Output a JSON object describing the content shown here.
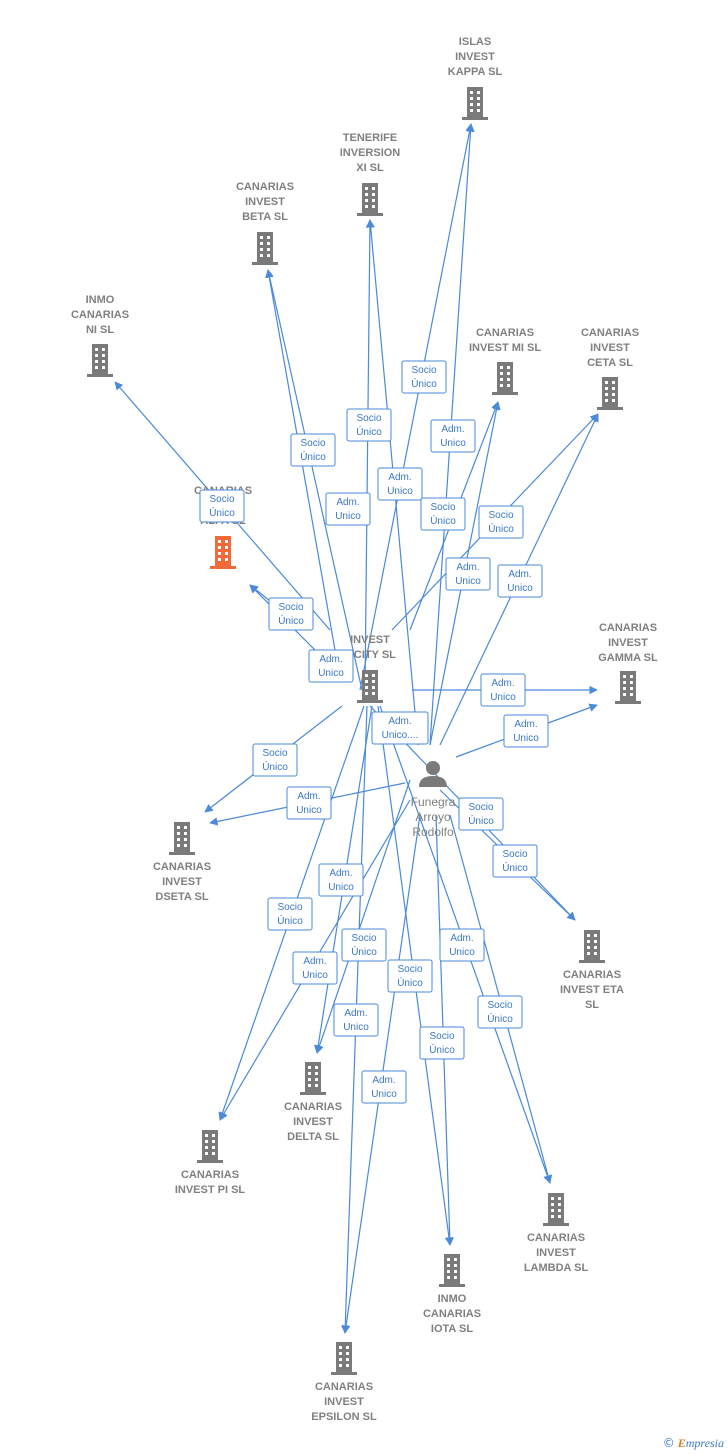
{
  "nodes": [
    {
      "id": "kappa",
      "lines": [
        "ISLAS",
        "INVEST",
        "KAPPA  SL"
      ],
      "kind": "company"
    },
    {
      "id": "tenerife",
      "lines": [
        "TENERIFE",
        "INVERSION",
        "XI  SL"
      ],
      "kind": "company"
    },
    {
      "id": "beta",
      "lines": [
        "CANARIAS",
        "INVEST",
        "BETA  SL"
      ],
      "kind": "company"
    },
    {
      "id": "inmoni",
      "lines": [
        "INMO",
        "CANARIAS",
        "NI  SL"
      ],
      "kind": "company"
    },
    {
      "id": "mi",
      "lines": [
        "CANARIAS",
        "INVEST MI  SL"
      ],
      "kind": "company"
    },
    {
      "id": "ceta",
      "lines": [
        "CANARIAS",
        "INVEST",
        "CETA  SL"
      ],
      "kind": "company"
    },
    {
      "id": "alfa",
      "lines": [
        "CANARIAS",
        "",
        "ALFA  SL"
      ],
      "kind": "company-main"
    },
    {
      "id": "felicity",
      "lines": [
        "INVEST",
        "LICITY  SL"
      ],
      "kind": "company"
    },
    {
      "id": "gamma",
      "lines": [
        "CANARIAS",
        "INVEST",
        "GAMMA  SL"
      ],
      "kind": "company"
    },
    {
      "id": "person",
      "lines": [
        "Funegra",
        "Arroyo",
        "Rodolfo"
      ],
      "kind": "person"
    },
    {
      "id": "dseta",
      "lines": [
        "CANARIAS",
        "INVEST",
        "DSETA  SL"
      ],
      "kind": "company"
    },
    {
      "id": "eta",
      "lines": [
        "CANARIAS",
        "INVEST ETA",
        "SL"
      ],
      "kind": "company"
    },
    {
      "id": "delta",
      "lines": [
        "CANARIAS",
        "INVEST",
        "DELTA  SL"
      ],
      "kind": "company"
    },
    {
      "id": "pi",
      "lines": [
        "CANARIAS",
        "INVEST PI  SL"
      ],
      "kind": "company"
    },
    {
      "id": "lambda",
      "lines": [
        "CANARIAS",
        "INVEST",
        "LAMBDA  SL"
      ],
      "kind": "company"
    },
    {
      "id": "iota",
      "lines": [
        "INMO",
        "CANARIAS",
        "IOTA  SL"
      ],
      "kind": "company"
    },
    {
      "id": "epsilon",
      "lines": [
        "CANARIAS",
        "INVEST",
        "EPSILON  SL"
      ],
      "kind": "company"
    }
  ],
  "badges": [
    {
      "lines": [
        "Socio",
        "Único"
      ]
    },
    {
      "lines": [
        "Socio",
        "Único"
      ]
    },
    {
      "lines": [
        "Adm.",
        "Unico"
      ]
    },
    {
      "lines": [
        "Socio",
        "Único"
      ]
    },
    {
      "lines": [
        "Adm.",
        "Unico"
      ]
    },
    {
      "lines": [
        "Adm.",
        "Unico"
      ]
    },
    {
      "lines": [
        "Socio",
        "Único"
      ]
    },
    {
      "lines": [
        "Socio",
        "Único"
      ]
    },
    {
      "lines": [
        "Socio",
        "Único"
      ]
    },
    {
      "lines": [
        "Adm.",
        "Unico"
      ]
    },
    {
      "lines": [
        "Adm.",
        "Unico"
      ]
    },
    {
      "lines": [
        "Socio",
        "Único"
      ]
    },
    {
      "lines": [
        "Adm.",
        "Unico"
      ]
    },
    {
      "lines": [
        "Adm.",
        "Unico"
      ]
    },
    {
      "lines": [
        "Adm.",
        "Unico"
      ]
    },
    {
      "lines": [
        "Socio",
        "Único"
      ]
    },
    {
      "lines": [
        "Adm.",
        "Unico...."
      ]
    },
    {
      "lines": [
        "Socio",
        "Único"
      ]
    },
    {
      "lines": [
        "Adm.",
        "Unico"
      ]
    },
    {
      "lines": [
        "Socio",
        "Único"
      ]
    },
    {
      "lines": [
        "Adm.",
        "Unico"
      ]
    },
    {
      "lines": [
        "Socio",
        "Único"
      ]
    },
    {
      "lines": [
        "Socio",
        "Único"
      ]
    },
    {
      "lines": [
        "Adm.",
        "Unico"
      ]
    },
    {
      "lines": [
        "Adm.",
        "Unico"
      ]
    },
    {
      "lines": [
        "Socio",
        "Único"
      ]
    },
    {
      "lines": [
        "Socio",
        "Único"
      ]
    },
    {
      "lines": [
        "Adm.",
        "Unico"
      ]
    },
    {
      "lines": [
        "Socio",
        "Único"
      ]
    },
    {
      "lines": [
        "Adm.",
        "Unico"
      ]
    },
    {
      "lines": [
        "Adm.",
        "Unico"
      ]
    }
  ],
  "colors": {
    "edge": "#4a8ad8",
    "company_icon": "#7a7a7a",
    "main_icon": "#f26a3a",
    "label": "#808080"
  },
  "footer": {
    "copyright": "©",
    "brand_initial": "E",
    "brand_rest": "mpresia"
  }
}
